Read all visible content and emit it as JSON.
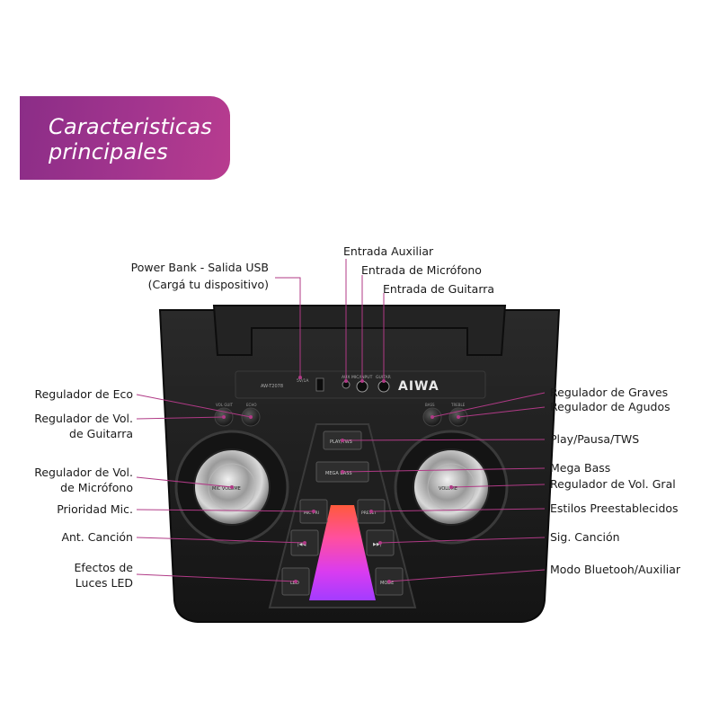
{
  "banner": {
    "line1": "Caracteristicas",
    "line2": "principales"
  },
  "device_text": {
    "brand": "AIWA",
    "model": "AW-T2078",
    "panel_usb": "5V/1A",
    "panel_aux": "AUX",
    "panel_mic": "MIC/INPUT",
    "panel_guitar": "GUITAR",
    "knob_guitar": "VOL GUIT",
    "knob_echo": "ECHO",
    "knob_bass": "BASS",
    "knob_treble": "TREBLE",
    "btn_play": "PLAY/TWS",
    "btn_megabass": "MEGA BASS",
    "btn_mic_priority": "MIC PRI",
    "btn_preset": "PRESET",
    "btn_prev": "|◀◀",
    "btn_next": "▶▶|",
    "btn_led": "LED",
    "btn_mode": "MODE",
    "dial_left": "MIC VOLUME",
    "dial_right": "VOLUME"
  },
  "callouts": {
    "power_bank_1": "Power Bank - Salida USB",
    "power_bank_2": "(Cargá tu dispositivo)",
    "aux_input": "Entrada Auxiliar",
    "mic_input": "Entrada de Micrófono",
    "guitar_input": "Entrada de Guitarra",
    "echo": "Regulador de Eco",
    "guitar_vol_1": "Regulador de Vol.",
    "guitar_vol_2": "de Guitarra",
    "mic_vol_1": "Regulador de Vol.",
    "mic_vol_2": "de Micrófono",
    "mic_priority": "Prioridad Mic.",
    "prev_track": "Ant. Canción",
    "led_1": "Efectos de",
    "led_2": "Luces LED",
    "bass": "Regulador de Graves",
    "treble": "Regulador de Agudos",
    "play": "Play/Pausa/TWS",
    "mega_bass": "Mega Bass",
    "main_vol": "Regulador de Vol. Gral",
    "presets": "Estilos Preestablecidos",
    "next_track": "Sig. Canción",
    "mode": "Modo Bluetooh/Auxiliar"
  },
  "colors": {
    "accent": "#a3358e",
    "leader": "#b03a86",
    "device": "#1b1b1b"
  }
}
